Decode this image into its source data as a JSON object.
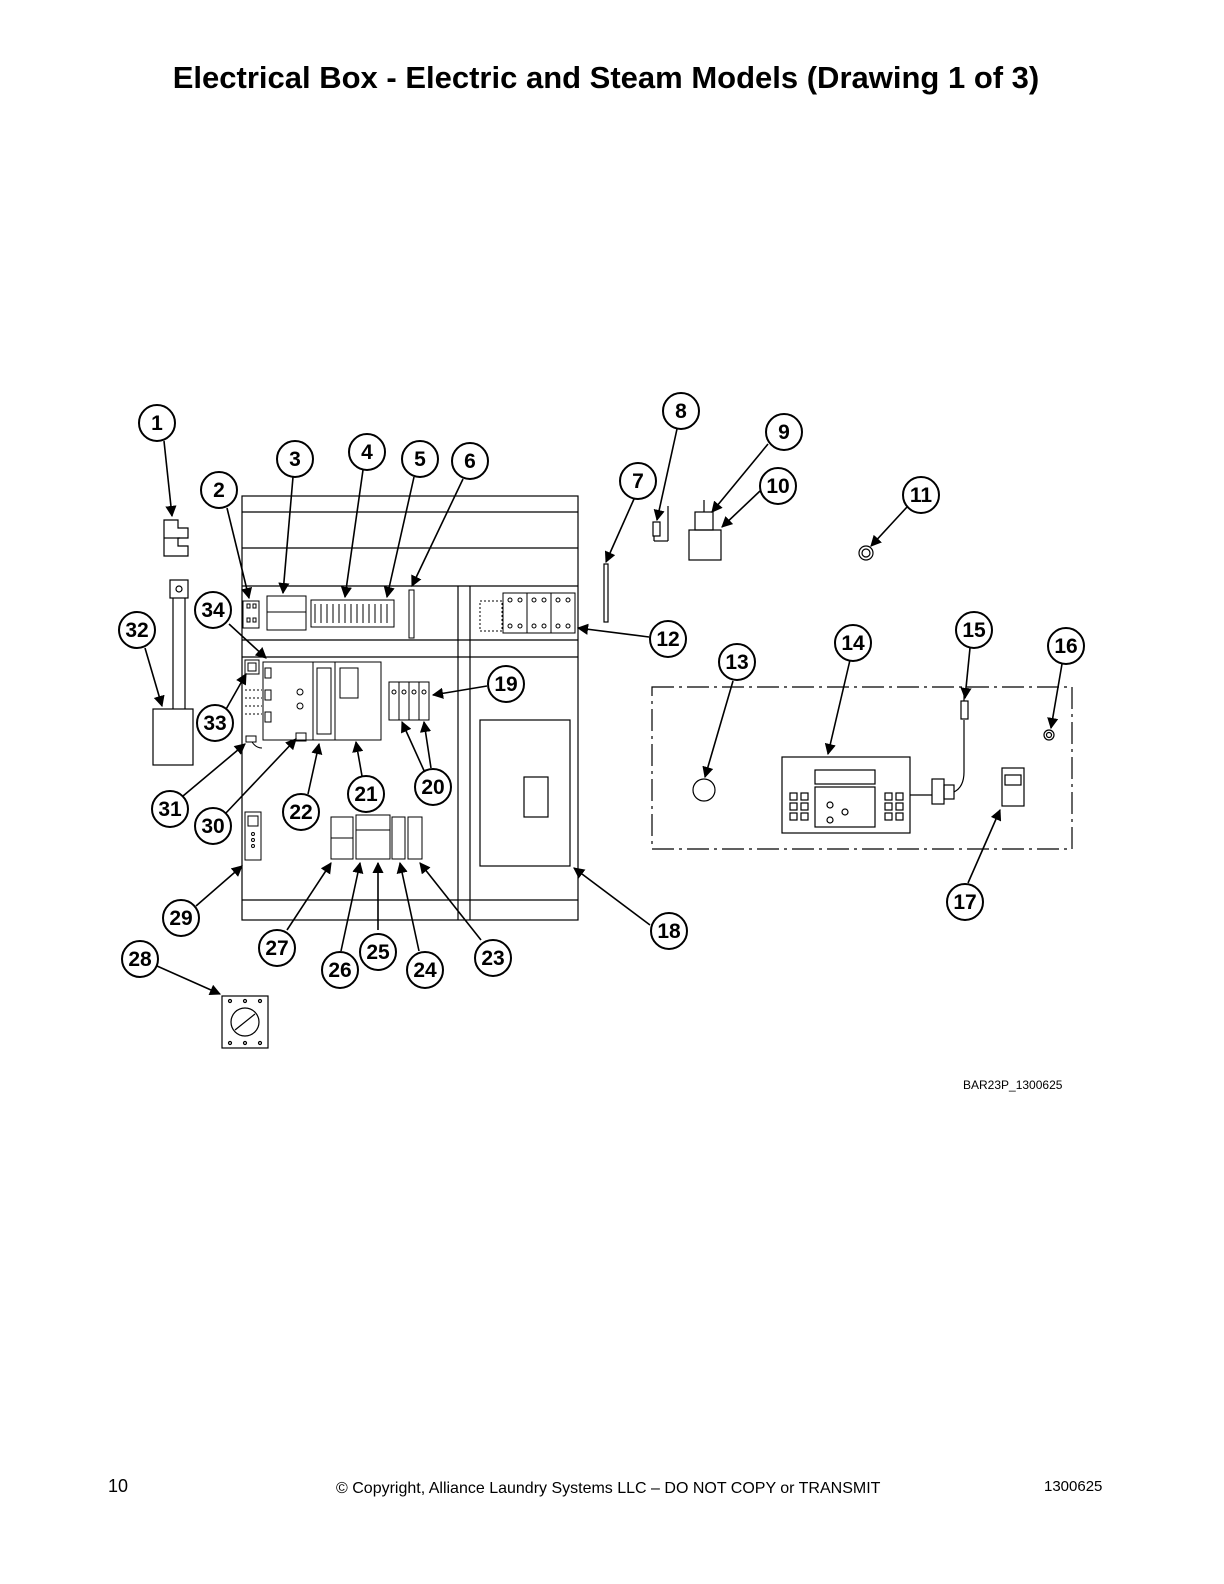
{
  "page": {
    "title": "Electrical Box - Electric and Steam Models (Drawing 1 of 3)",
    "figure_id": "BAR23P_1300625",
    "page_number": "10",
    "copyright": "© Copyright, Alliance Laundry Systems LLC – DO NOT COPY or TRANSMIT",
    "document_number": "1300625"
  },
  "callouts": [
    "1",
    "2",
    "3",
    "4",
    "5",
    "6",
    "7",
    "8",
    "9",
    "10",
    "11",
    "12",
    "13",
    "14",
    "15",
    "16",
    "17",
    "18",
    "19",
    "20",
    "21",
    "22",
    "23",
    "24",
    "25",
    "26",
    "27",
    "28",
    "29",
    "30",
    "31",
    "32",
    "33",
    "34"
  ]
}
